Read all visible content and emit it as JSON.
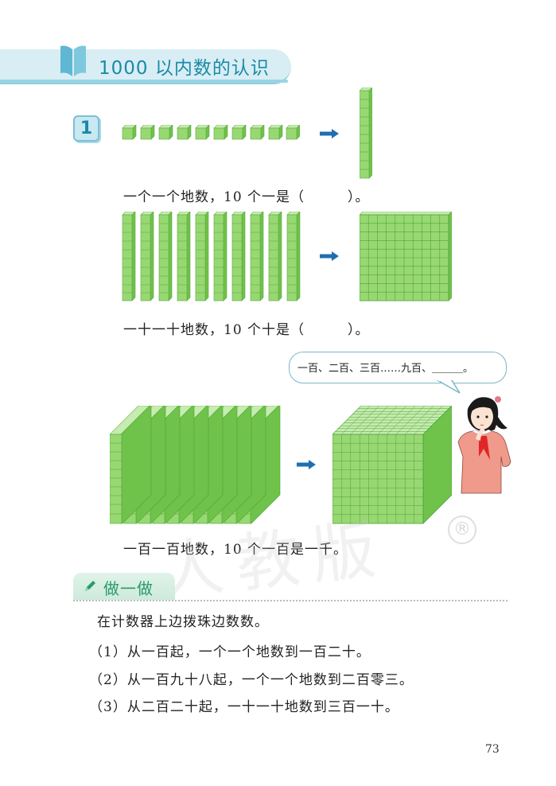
{
  "header": {
    "icon": "open-book-icon",
    "title": "1000 以内数的认识",
    "accent_color": "#1a8aa6",
    "banner_color": "#d8eef4"
  },
  "problem": {
    "number": "1",
    "rows": [
      {
        "from": "10 unit cubes",
        "to": "1 rod (ten)",
        "sentence": "一个一个地数，10 个一是（　　　）。"
      },
      {
        "from": "10 rods",
        "to": "1 flat (hundred)",
        "sentence": "一十一十地数，10 个十是（　　　）。"
      },
      {
        "from": "10 flats",
        "to": "1 big cube (thousand)",
        "sentence": "一百一百地数，10 个一百是一千。"
      }
    ],
    "speech_bubble": "一百、二百、三百……九百、＿＿＿。",
    "cube_color": "#8fd36a",
    "arrow_color": "#1f6fb0"
  },
  "do_it": {
    "icon": "pencil-icon",
    "label": "做一做",
    "intro": "在计数器上边拨珠边数数。",
    "tasks": [
      "（1）从一百起，一个一个地数到一百二十。",
      "（2）从一百九十八起，一个一个地数到二百零三。",
      "（3）从二百二十起，一十一十地数到三百一十。"
    ]
  },
  "watermark": {
    "text": "人教版",
    "mark": "®"
  },
  "page_number": "73"
}
